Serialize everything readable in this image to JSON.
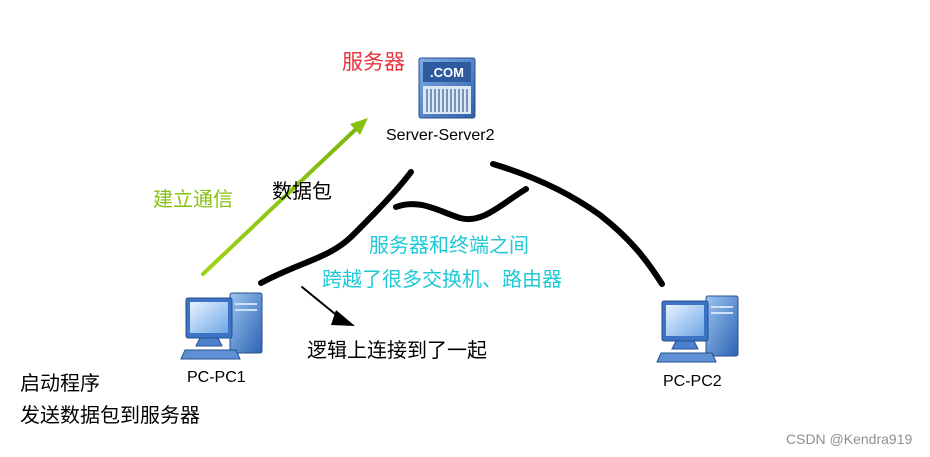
{
  "nodes": {
    "server": {
      "role_label": "服务器",
      "name": "Server-Server2",
      "badge": ".COM",
      "icon": "server-icon"
    },
    "pc1": {
      "name": "PC-PC1",
      "icon": "pc-icon"
    },
    "pc2": {
      "name": "PC-PC2",
      "icon": "pc-icon"
    }
  },
  "annotations": {
    "establish_comm": "建立通信",
    "data_packet": "数据包",
    "between_line1": "服务器和终端之间",
    "between_line2": "跨越了很多交换机、路由器",
    "logical_connection": "逻辑上连接到了一起",
    "start_line1": "启动程序",
    "start_line2": "发送数据包到服务器"
  },
  "watermark": "CSDN @Kendra919",
  "colors": {
    "server_label": "#e8353b",
    "green_arrow": "#86c10f",
    "cyan_text": "#1ec9d6",
    "wire": "#000000",
    "device_blue": "#3f77c9"
  }
}
